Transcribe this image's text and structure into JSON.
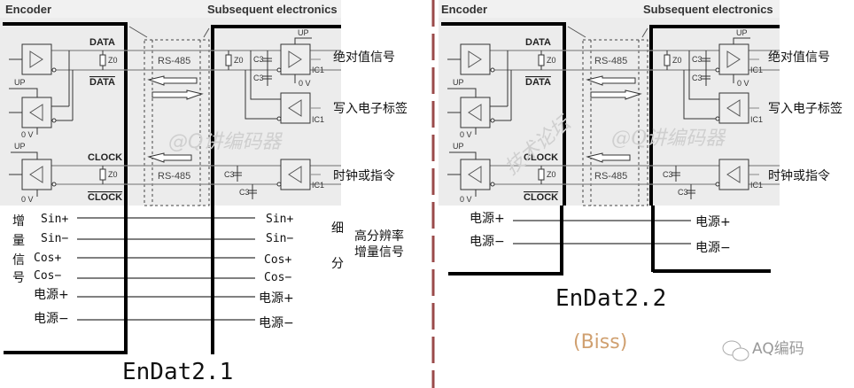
{
  "left_panel": {
    "header_encoder": "Encoder",
    "header_subsequent": "Subsequent electronics",
    "signals": {
      "data": "DATA",
      "data_bar": "DATA",
      "clock": "CLOCK",
      "clock_bar": "CLOCK",
      "up": "UP",
      "zero_v": "0 V",
      "z0": "Z0",
      "c3": "C3",
      "ic1": "IC1",
      "rs485": "RS-485"
    },
    "outputs": {
      "absolute": "绝对值信号",
      "write_label": "写入电子标签",
      "clock_cmd": "时钟或指令"
    },
    "incremental_label_chars": [
      "增",
      "量",
      "信",
      "号"
    ],
    "lines_left": [
      "Sin+",
      "Sin−",
      "Cos+",
      "Cos−",
      "电源+",
      "电源−"
    ],
    "lines_right": [
      "Sin+",
      "Sin−",
      "Cos+",
      "Cos−",
      "电源+",
      "电源−"
    ],
    "subdivide_chars": [
      "细",
      "分"
    ],
    "high_res_line1": "高分辨率",
    "high_res_line2": "增量信号",
    "title": "EnDat2.1"
  },
  "right_panel": {
    "header_encoder": "Encoder",
    "header_subsequent": "Subsequent electronics",
    "outputs": {
      "absolute": "绝对值信号",
      "write_label": "写入电子标签",
      "clock_cmd": "时钟或指令"
    },
    "lines_left": [
      "电源+",
      "电源−"
    ],
    "lines_right": [
      "电源+",
      "电源−"
    ],
    "title": "EnDat2.2",
    "subtitle": "(Biss)"
  },
  "watermarks": {
    "main": "@Q讲编码器",
    "diagonal": "技术论坛",
    "brand": "AQ编码"
  },
  "colors": {
    "panel_bg": "#ececec",
    "divider": "#9a4a4a",
    "biss": "#d0a070"
  }
}
